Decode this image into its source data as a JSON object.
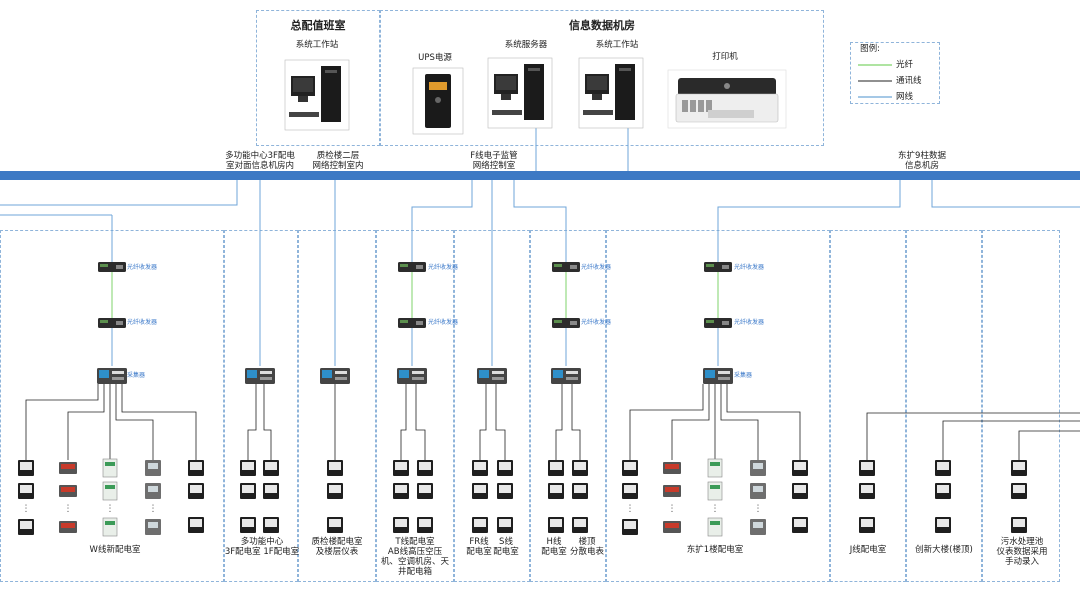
{
  "rooms": {
    "duty_title": "总配值班室",
    "datacenter_title": "信息数据机房",
    "duty_workstation": "系统工作站",
    "ups": "UPS电源",
    "server": "系统服务器",
    "dc_workstation": "系统工作站",
    "printer": "打印机"
  },
  "legend": {
    "title": "图例:",
    "items": [
      {
        "label": "光纤",
        "color": "#7fd36b"
      },
      {
        "label": "通讯线",
        "color": "#222222"
      },
      {
        "label": "网线",
        "color": "#6fa6d8"
      }
    ]
  },
  "backbone_labels": {
    "b1": [
      "多功能中心3F配电",
      "室对面信息机房内"
    ],
    "b2": [
      "质检楼二层",
      "网络控制室内"
    ],
    "b3": [
      "F线电子监管",
      "网络控制室"
    ],
    "b4": [
      "东扩9柱数据",
      "信息机房"
    ]
  },
  "device_labels": {
    "transceiver": "光纤收发器",
    "collector": "采集器"
  },
  "dots": "⋮",
  "substations": {
    "w": "W线新配电室",
    "mf": [
      "多功能中心",
      "3F配电室   1F配电室"
    ],
    "qc": [
      "质检楼配电室",
      "及楼层仪表"
    ],
    "tab": [
      "T线配电室",
      "AB线高压空压",
      "机、空调机房、天",
      "井配电箱"
    ],
    "fs": [
      "FR线",
      "配电室"
    ],
    "s": [
      "S线",
      "配电室"
    ],
    "h": [
      "H线",
      "配电室"
    ],
    "roof": [
      "楼顶",
      "分散电表"
    ],
    "east": "东扩1楼配电室",
    "j": "J线配电室",
    "innov": "创新大楼(楼顶)",
    "sewage": [
      "污水处理池",
      "仪表数据采用",
      "手动录入"
    ]
  },
  "colors": {
    "backbone": "#3d79c4",
    "netline": "#6fa6d8",
    "fiber": "#7fd36b",
    "comm": "#222222",
    "dashed": "#8fb4da"
  }
}
